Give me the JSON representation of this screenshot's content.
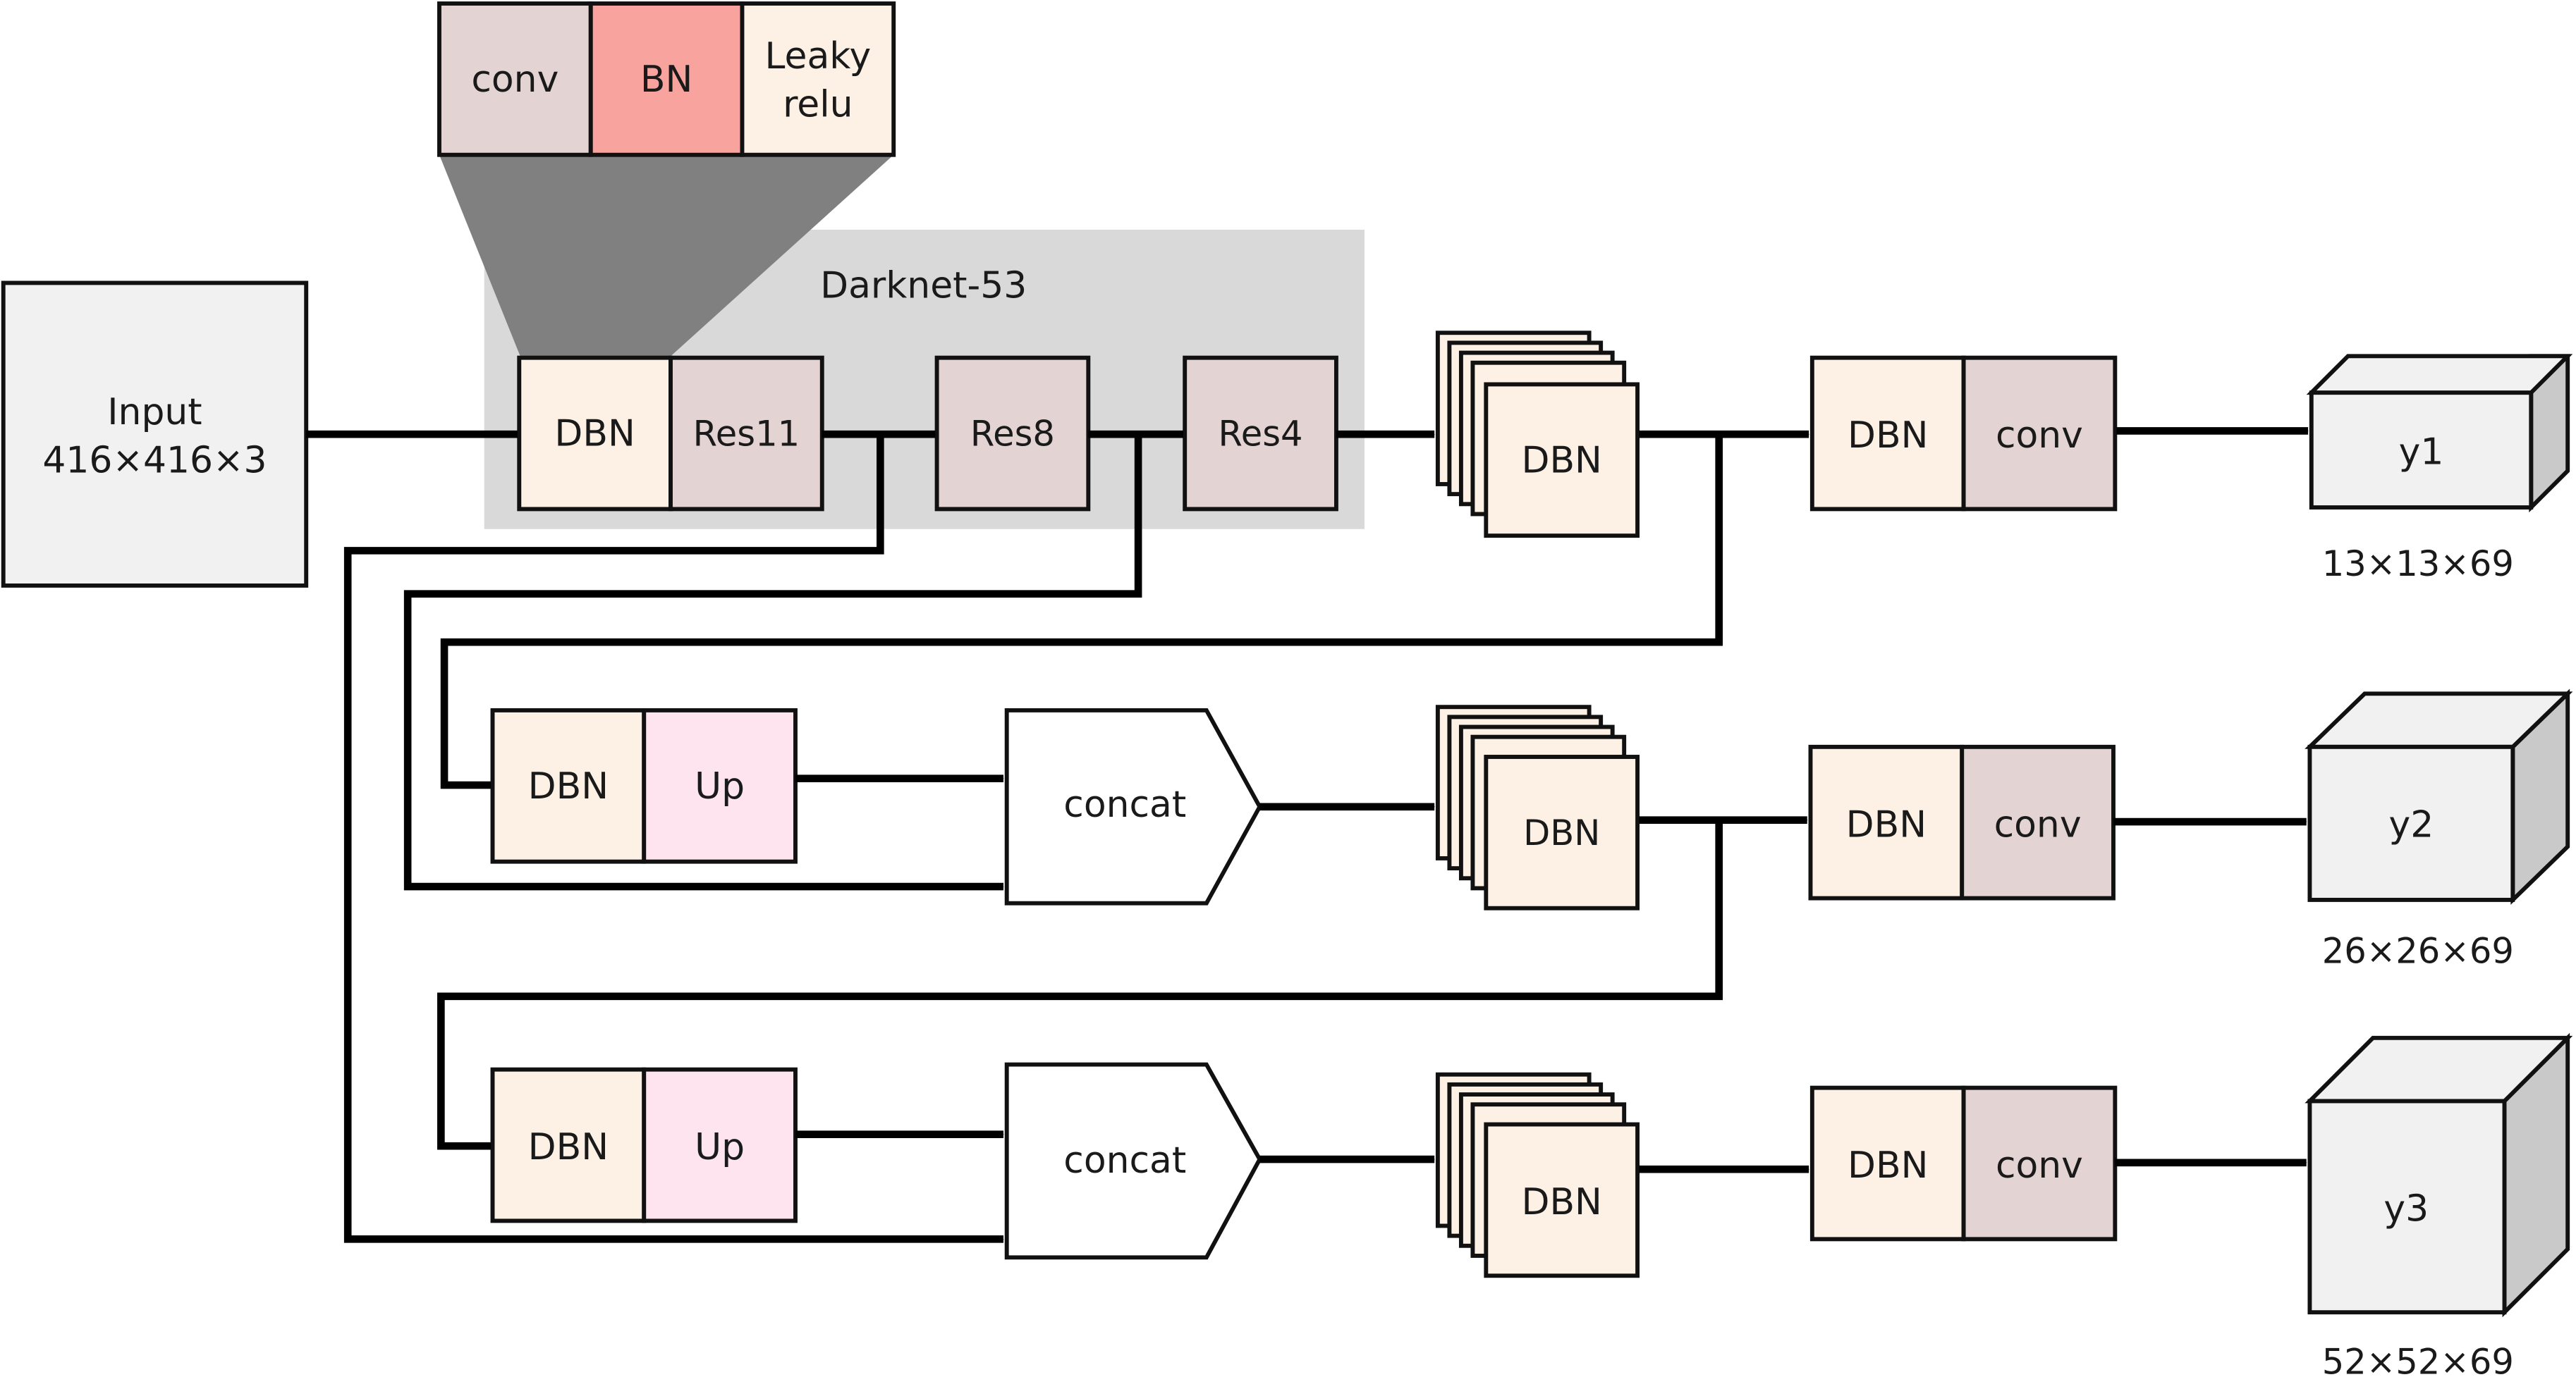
{
  "colors": {
    "cream": "#fdf0e4",
    "mauve": "#e3d3d2",
    "bn_red": "#f9a39e",
    "up_pink": "#fde4ee",
    "light_grey": "#f1f1f1",
    "panel_grey": "#d9d9d9",
    "funnel_grey": "#808080",
    "cube_side": "#c9c9c9"
  },
  "dbn_detail": {
    "conv": "conv",
    "bn": "BN",
    "leaky_l1": "Leaky",
    "leaky_l2": "relu"
  },
  "input": {
    "line1": "Input",
    "line2": "416×416×3"
  },
  "backbone": {
    "title": "Darknet-53",
    "dbn": "DBN",
    "res11": "Res11",
    "res8": "Res8",
    "res4": "Res4"
  },
  "scale1": {
    "stack": "DBN",
    "dbn": "DBN",
    "conv": "conv",
    "output": "y1",
    "dims": "13×13×69"
  },
  "scale2": {
    "dbn_up": "DBN",
    "up": "Up",
    "concat": "concat",
    "stack": "DBN",
    "dbn": "DBN",
    "conv": "conv",
    "output": "y2",
    "dims": "26×26×69"
  },
  "scale3": {
    "dbn_up": "DBN",
    "up": "Up",
    "concat": "concat",
    "stack": "DBN",
    "dbn": "DBN",
    "conv": "conv",
    "output": "y3",
    "dims": "52×52×69"
  }
}
